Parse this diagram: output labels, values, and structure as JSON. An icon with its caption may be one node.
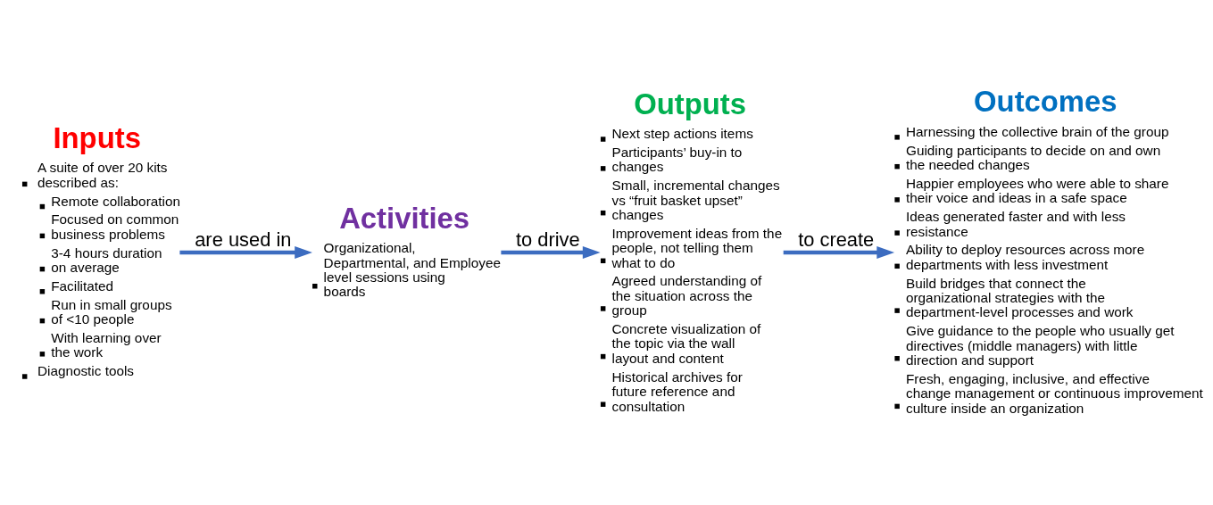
{
  "diagram": {
    "nodes": [
      {
        "text": [
          "Inputs",
          "A suite of over 20 kits described as:",
          "Remote collaboration",
          "Focused on common business problems",
          "3-4 hours duration on average",
          "Facilitated",
          "Run in small groups of <10 people",
          "With learning over the work",
          "Diagnostic tools"
        ]
      },
      {
        "text": [
          "Activities",
          "Organizational, Departmental, and Employee level sessions using boards"
        ]
      },
      {
        "text": [
          "Outputs",
          "Next step actions items",
          "Participants’ buy-in to changes",
          "Small, incremental changes vs “fruit basket upset” changes",
          "Improvement ideas from the people, not telling them what to do",
          "Agreed understanding of the situation across the group",
          "Concrete visualization of the topic via the wall layout and content",
          "Historical archives for future reference and consultation"
        ]
      },
      {
        "text": [
          "Outcomes",
          "Harnessing the collective brain of the group",
          "Guiding participants to decide on and own the needed changes",
          "Happier employees who were able to share their voice and ideas in a safe space",
          "Ideas generated faster and with less resistance",
          "Ability to deploy resources across more departments with less investment",
          "Build bridges that connect the organizational strategies with the department-level processes and work",
          "Give guidance to the people who usually get directives (middle managers) with little direction and support",
          "Fresh, engaging, inclusive, and effective change management or continuous improvement culture inside an organization"
        ]
      }
    ],
    "edges": [
      {
        "from": 0,
        "to": 1,
        "arrow": "to",
        "label": "are used in"
      },
      {
        "from": 1,
        "to": 2,
        "arrow": "to",
        "label": "to drive"
      },
      {
        "from": 2,
        "to": 3,
        "arrow": "to",
        "label": "to create"
      }
    ]
  }
}
